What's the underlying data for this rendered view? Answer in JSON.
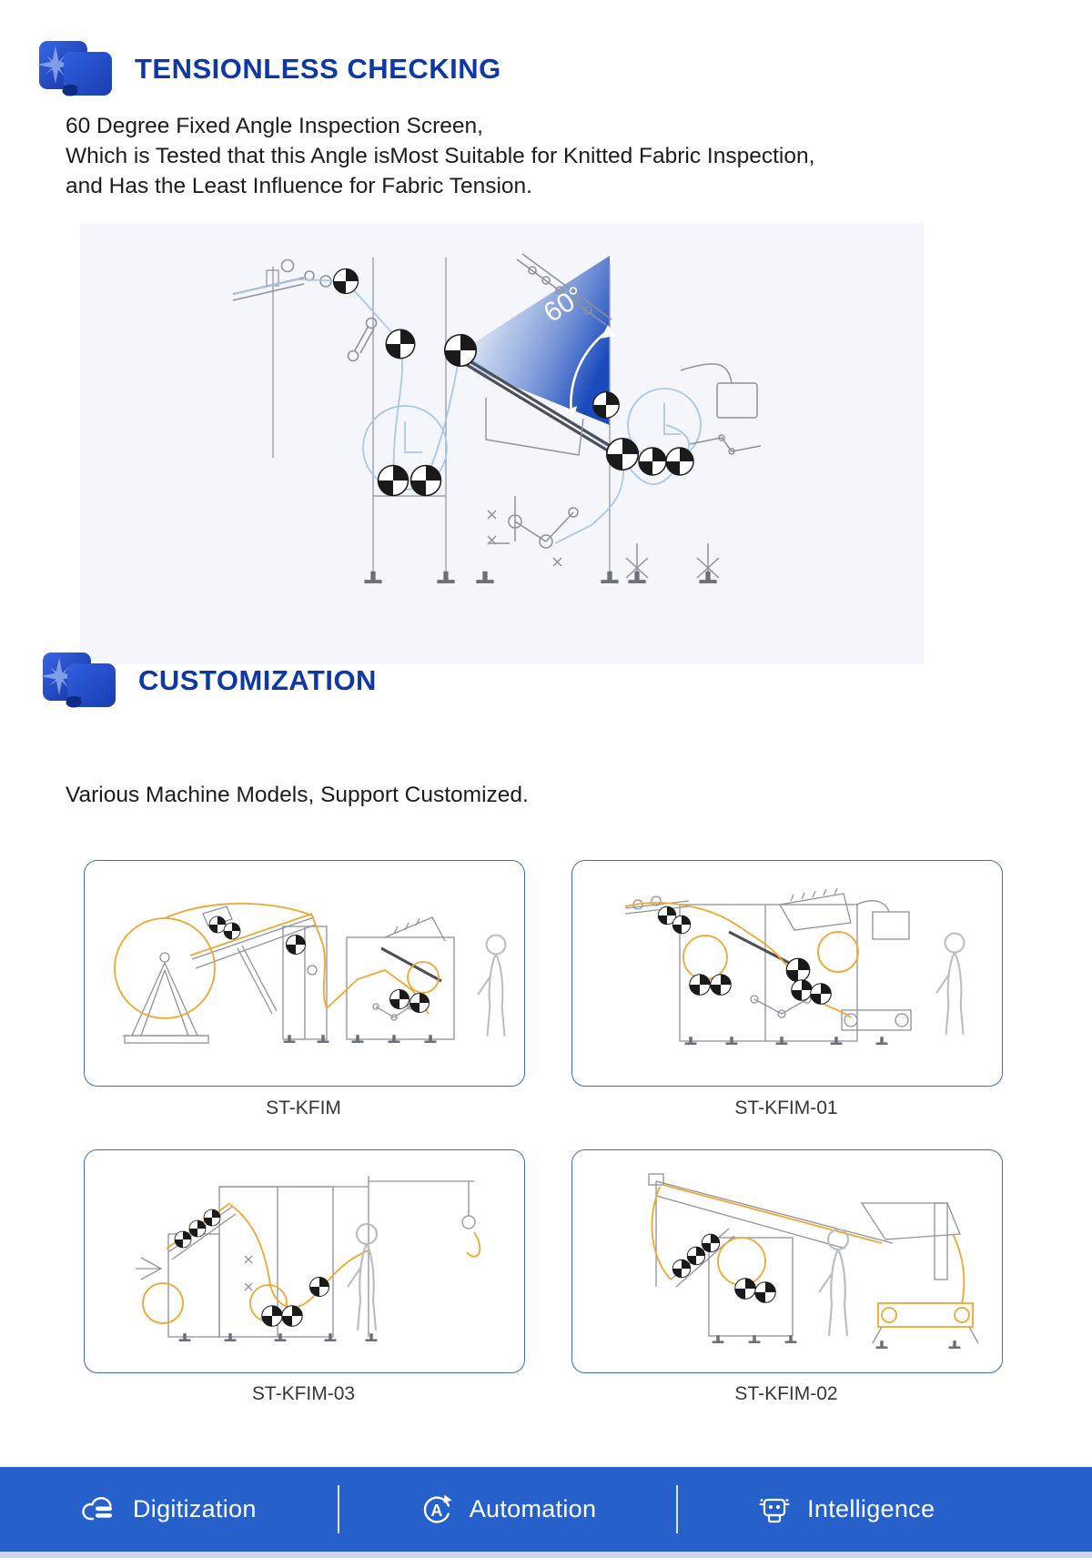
{
  "colors": {
    "heading_blue": "#0f38a5",
    "footer_blue": "#2560cb",
    "card_border_blue": "#4068c4",
    "panel_background": "#f4f6fb",
    "fabric_path_orange": "#f0a632",
    "wedge_blue": "#1a4abd"
  },
  "section_tensionless": {
    "icon": "scroll-star-badge-icon",
    "title": "TENSIONLESS CHECKING",
    "paragraph_lines": {
      "line1": "60 Degree Fixed Angle Inspection Screen,",
      "line2": "Which is Tested that this Angle isMost Suitable for Knitted Fabric Inspection,",
      "line3": "and Has the Least Influence for Fabric Tension."
    },
    "diagram": {
      "description": "fabric-inspection-machine-side-view",
      "angle_label": "60°"
    }
  },
  "section_customization": {
    "icon": "scroll-star-badge-icon",
    "title": "CUSTOMIZATION",
    "subtitle": "Various Machine Models, Support Customized.",
    "models": [
      {
        "label": "ST-KFIM"
      },
      {
        "label": "ST-KFIM-01"
      },
      {
        "label": "ST-KFIM-03"
      },
      {
        "label": "ST-KFIM-02"
      }
    ]
  },
  "footer": {
    "items": [
      {
        "icon": "cloud-server-icon",
        "label": "Digitization"
      },
      {
        "icon": "circular-a-icon",
        "label": "Automation"
      },
      {
        "icon": "robot-icon",
        "label": "Intelligence"
      }
    ]
  }
}
